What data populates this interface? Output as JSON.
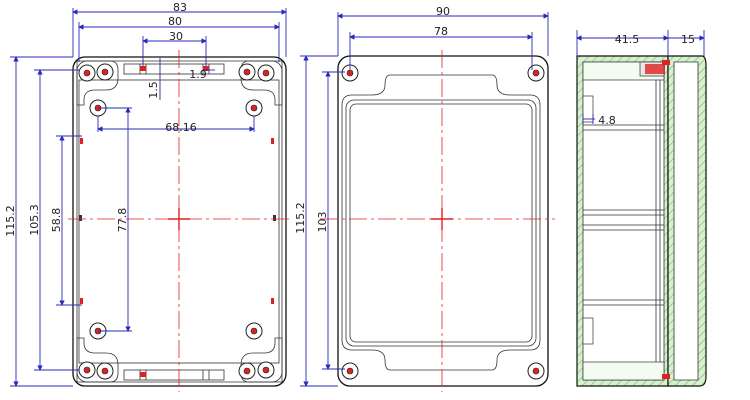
{
  "views": {
    "front": {
      "dims": {
        "overall_width": "83",
        "inner_width": "80",
        "rib_spacing": "30",
        "rib_offset": "1.9",
        "rib_height": "1.5",
        "boss_spacing_h": "68.16",
        "overall_height": "115.2",
        "inner_height": "105.3",
        "rib_span": "58.8",
        "boss_spacing_v": "77.8"
      }
    },
    "lid": {
      "dims": {
        "overall_width": "90",
        "inner_width": "78",
        "overall_height": "115.2",
        "inner_height": "103"
      }
    },
    "side": {
      "dims": {
        "body_depth": "41.5",
        "lid_depth": "15",
        "wall_thickness": "4.8"
      }
    }
  },
  "colors": {
    "dimension_line": "#2a2ab8",
    "center_line": "#e22020",
    "outline": "#111111",
    "hatch_fill": "#d8efd0",
    "hatch_line": "#6bbf6b",
    "hole_mark": "#dd2222"
  }
}
